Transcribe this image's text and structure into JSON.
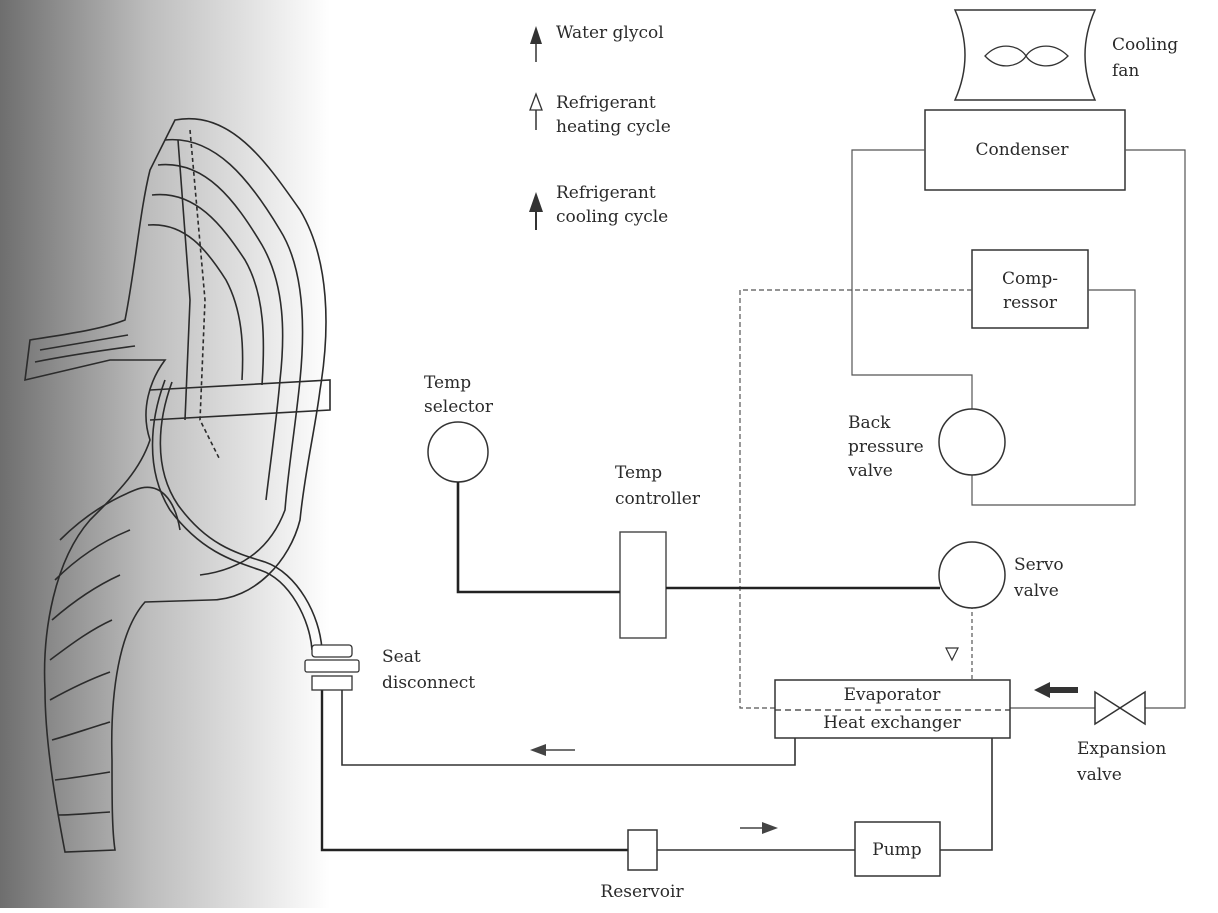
{
  "legend": {
    "water_glycol": "Water glycol",
    "heating_line1": "Refrigerant",
    "heating_line2": "heating cycle",
    "cooling_line1": "Refrigerant",
    "cooling_line2": "cooling cycle"
  },
  "components": {
    "fan_line1": "Cooling",
    "fan_line2": "fan",
    "condenser": "Condenser",
    "compressor_line1": "Comp-",
    "compressor_line2": "ressor",
    "back_pressure_line1": "Back",
    "back_pressure_line2": "pressure",
    "back_pressure_line3": "valve",
    "temp_selector_line1": "Temp",
    "temp_selector_line2": "selector",
    "temp_controller_line1": "Temp",
    "temp_controller_line2": "controller",
    "servo_line1": "Servo",
    "servo_line2": "valve",
    "seat_line1": "Seat",
    "seat_line2": "disconnect",
    "evaporator_line1": "Evaporator",
    "evaporator_line2": "Heat exchanger",
    "expansion_line1": "Expansion",
    "expansion_line2": "valve",
    "pump": "Pump",
    "reservoir": "Reservoir"
  },
  "colors": {
    "line": "#333333",
    "shadow_left": "#6e6e6e"
  }
}
